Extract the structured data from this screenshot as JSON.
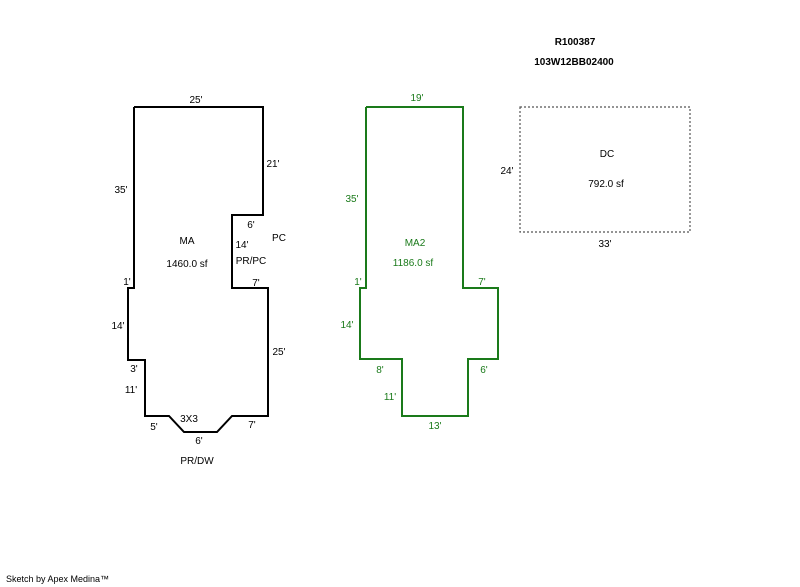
{
  "header": {
    "parcel_id": "R100387",
    "account_no": "103W12BB02400"
  },
  "colors": {
    "ma_line": "#000000",
    "ma2_line": "#1a7a1a",
    "dc_line": "#555555"
  },
  "areas": {
    "ma": {
      "name": "MA",
      "area": "1460.0 sf",
      "dims": {
        "top": "25'",
        "right_upper": "21'",
        "notch_width": "6'",
        "notch_height": "14'",
        "step": "7'",
        "right_lower": "25'",
        "bottom_right": "7'",
        "bottom_mid": "6'",
        "bottom_left": "5'",
        "left_lower": "11'",
        "jog_lower": "3'",
        "left_mid": "14'",
        "jog_upper": "1'",
        "left_upper": "35'"
      },
      "labels": {
        "pc": "PC",
        "pr_pc": "PR/PC",
        "three_by_three": "3X3",
        "pr_dw": "PR/DW"
      }
    },
    "ma2": {
      "name": "MA2",
      "area": "1186.0 sf",
      "dims": {
        "top": "19'",
        "left_upper": "35'",
        "jog": "1'",
        "left_mid": "14'",
        "step_right": "7'",
        "right_drop": "6'",
        "bottom_left_step": "8'",
        "left_lower": "11'",
        "bottom": "13'"
      }
    },
    "dc": {
      "name": "DC",
      "area": "792.0 sf",
      "dims": {
        "height": "24'",
        "width": "33'"
      }
    }
  },
  "footer": {
    "credit": "Sketch by Apex Medina™"
  }
}
